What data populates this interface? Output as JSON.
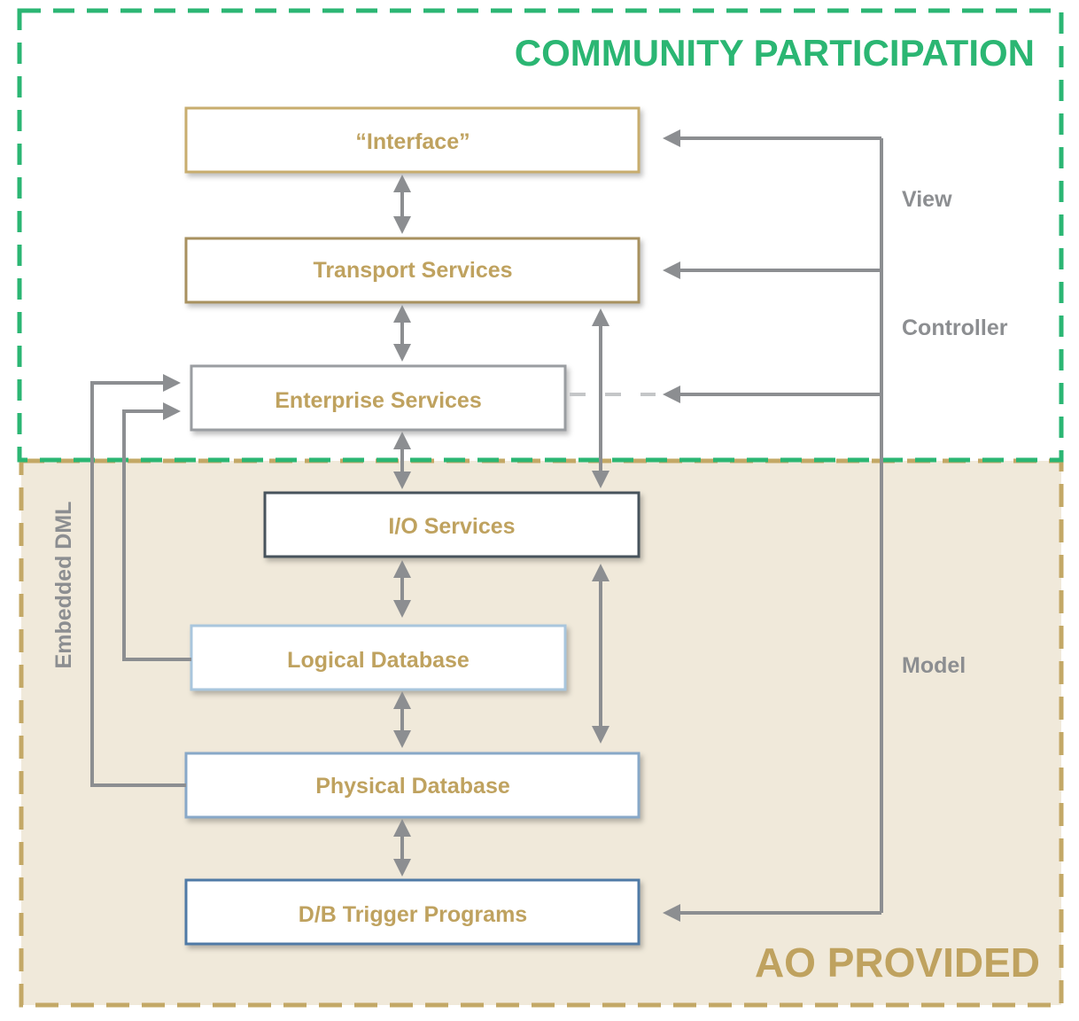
{
  "regions": {
    "community": {
      "title": "COMMUNITY PARTICIPATION",
      "color": "#2bb673"
    },
    "ao": {
      "title": "AO PROVIDED",
      "color": "#bfa25f",
      "fill": "#f0e9da"
    }
  },
  "boxes": {
    "interface": {
      "label": "“Interface”",
      "border": "#c8ad6e"
    },
    "transport": {
      "label": "Transport Services",
      "border": "#a8915e"
    },
    "enterprise": {
      "label": "Enterprise Services",
      "border": "#9a9da1"
    },
    "io": {
      "label": "I/O Services",
      "border": "#46525c"
    },
    "logical": {
      "label": "Logical Database",
      "border": "#a9c6dd"
    },
    "physical": {
      "label": "Physical Database",
      "border": "#88a8c8"
    },
    "trigger": {
      "label": "D/B Trigger Programs",
      "border": "#4f7aa6"
    }
  },
  "side_labels": {
    "view": "View",
    "controller": "Controller",
    "model": "Model",
    "embedded_dml": "Embedded DML"
  },
  "colors": {
    "label_gold": "#bfa25f",
    "arrow_gray": "#8c8e91"
  }
}
